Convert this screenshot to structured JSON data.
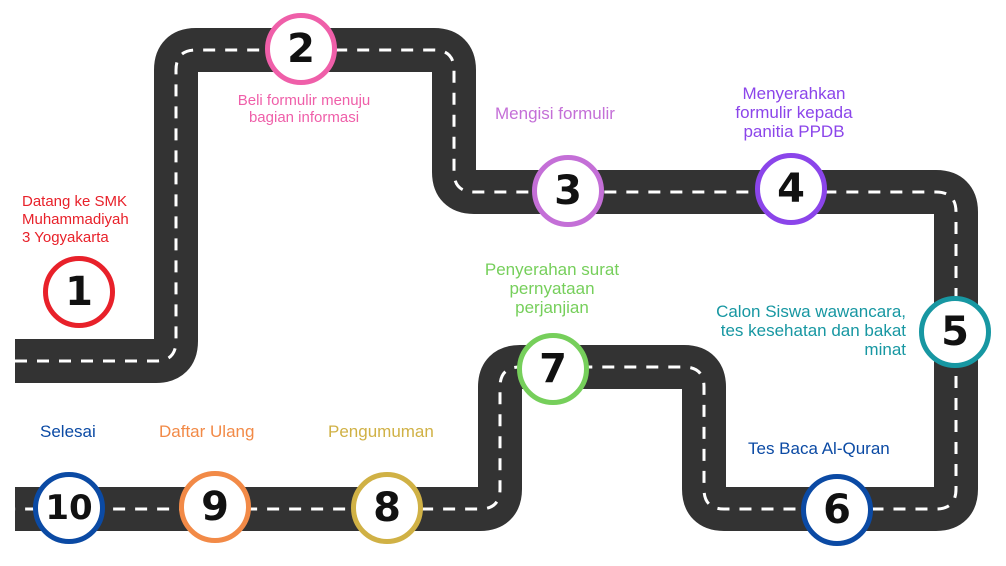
{
  "colors": {
    "road": "#333333",
    "dash": "#ffffff",
    "background": "#ffffff"
  },
  "steps": [
    {
      "number": "1",
      "label": "Datang ke SMK\nMuhammadiyah\n3 Yogyakarta",
      "color": "#e8212a"
    },
    {
      "number": "2",
      "label": "Beli formulir menuju\nbagian informasi",
      "color": "#ef5fa9"
    },
    {
      "number": "3",
      "label": "Mengisi formulir",
      "color": "#c46fd7"
    },
    {
      "number": "4",
      "label": "Menyerahkan\nformulir kepada\npanitia PPDB",
      "color": "#8b45ea"
    },
    {
      "number": "5",
      "label": "Calon Siswa wawancara,\ntes kesehatan dan bakat\nminat",
      "color": "#1797a2"
    },
    {
      "number": "6",
      "label": "Tes Baca Al-Quran",
      "color": "#0b4aa4"
    },
    {
      "number": "7",
      "label": "Penyerahan surat\npernyataan\nperjanjian",
      "color": "#76cf5b"
    },
    {
      "number": "8",
      "label": "Pengumuman",
      "color": "#d0b145"
    },
    {
      "number": "9",
      "label": "Daftar Ulang",
      "color": "#f28a47"
    },
    {
      "number": "10",
      "label": "Selesai",
      "color": "#0b4aa4"
    }
  ]
}
